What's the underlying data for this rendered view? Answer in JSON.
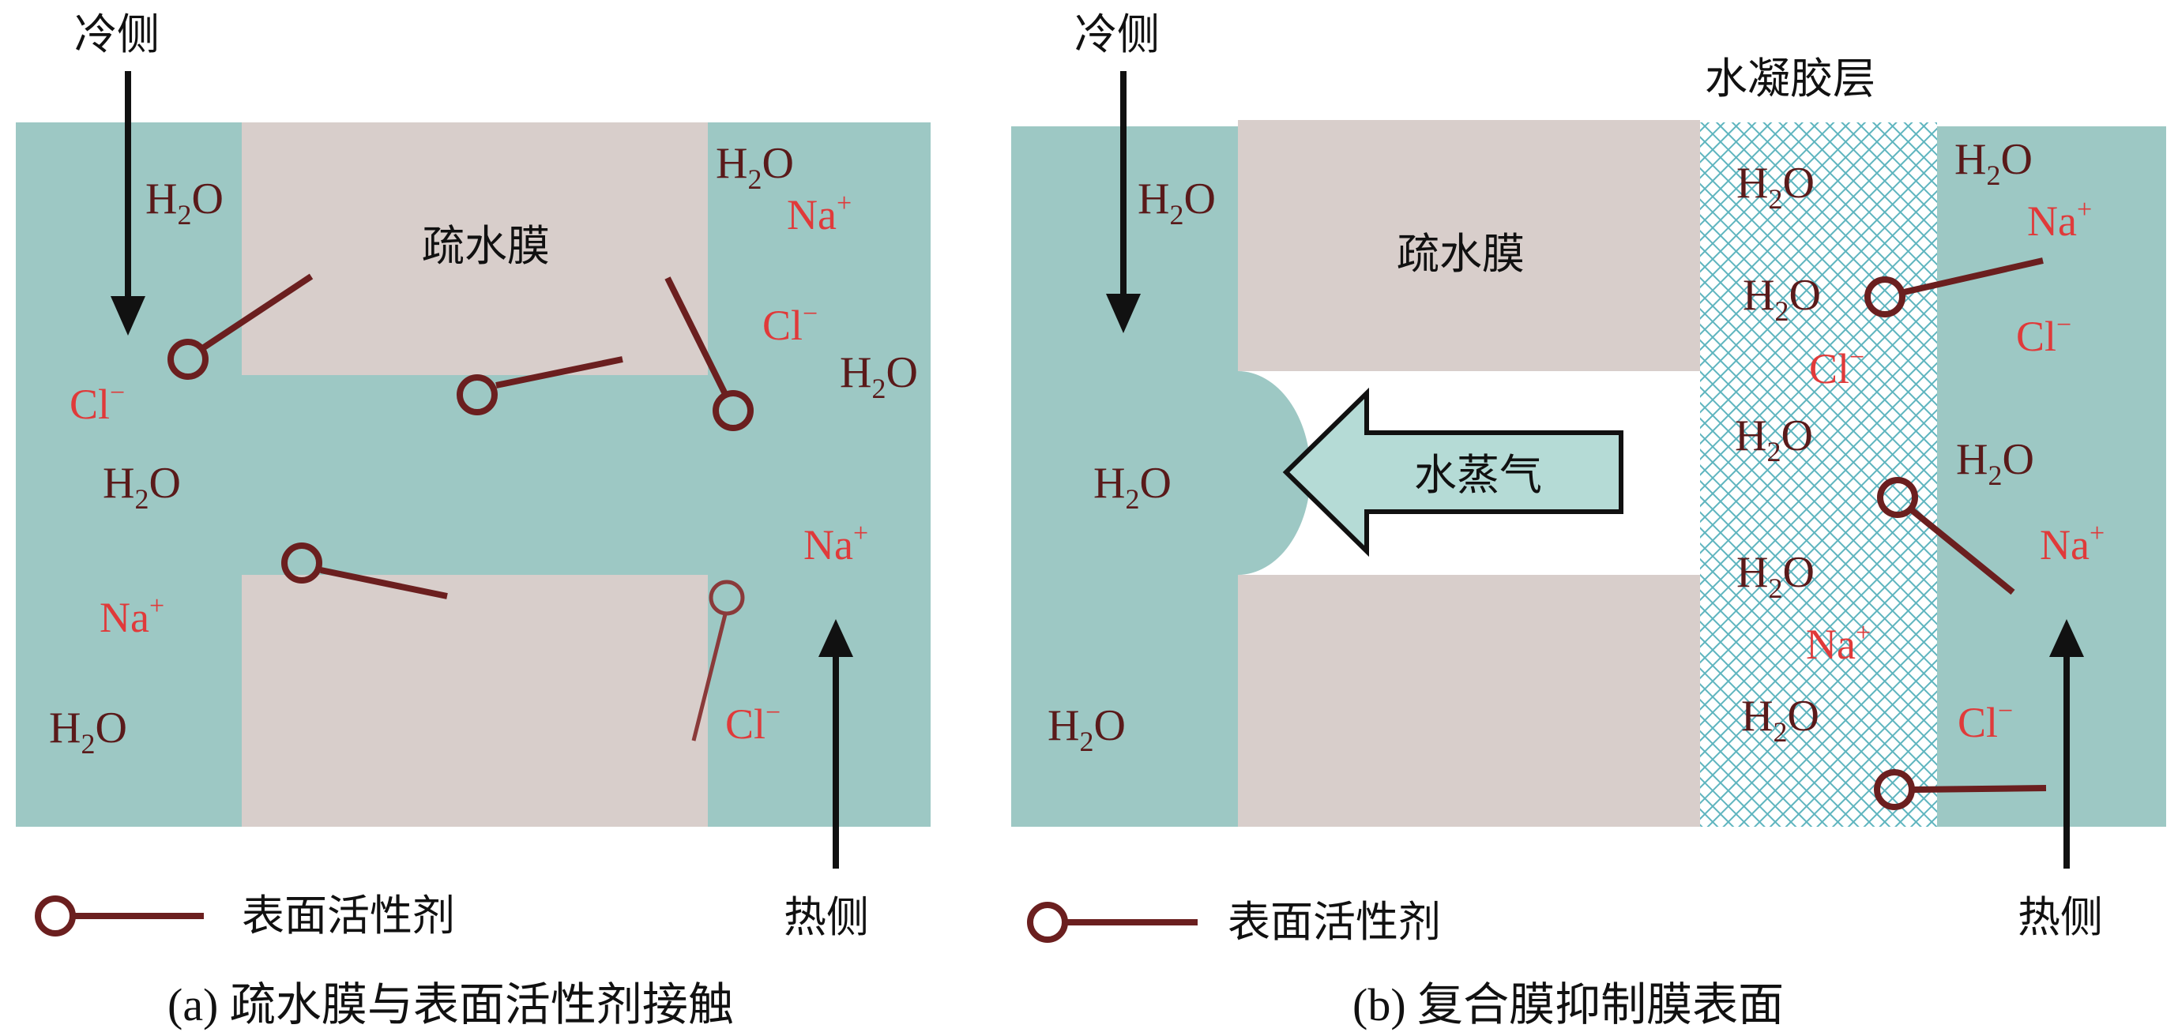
{
  "panel_a": {
    "cold_side": "冷侧",
    "hot_side": "热侧",
    "membrane": "疏水膜",
    "legend": "表面活性剂",
    "caption": "(a) 疏水膜与表面活性剂接触",
    "h2o": "H",
    "h2o_sub": "2",
    "h2o_tail": "O",
    "na": "Na",
    "cl": "Cl",
    "plus": "+",
    "minus": "−"
  },
  "panel_b": {
    "cold_side": "冷侧",
    "hot_side": "热侧",
    "membrane": "疏水膜",
    "hydrogel": "水凝胶层",
    "vapor": "水蒸气",
    "legend": "表面活性剂",
    "caption": "(b) 复合膜抑制膜表面",
    "h2o": "H",
    "h2o_sub": "2",
    "h2o_tail": "O",
    "na": "Na",
    "cl": "Cl",
    "plus": "+",
    "minus": "−"
  },
  "colors": {
    "water": "#9dc8c4",
    "membrane": "#d8cecb",
    "surfactant": "#6b1f1f",
    "ion": "#e03a3a",
    "molecule": "#5a1a1a"
  }
}
